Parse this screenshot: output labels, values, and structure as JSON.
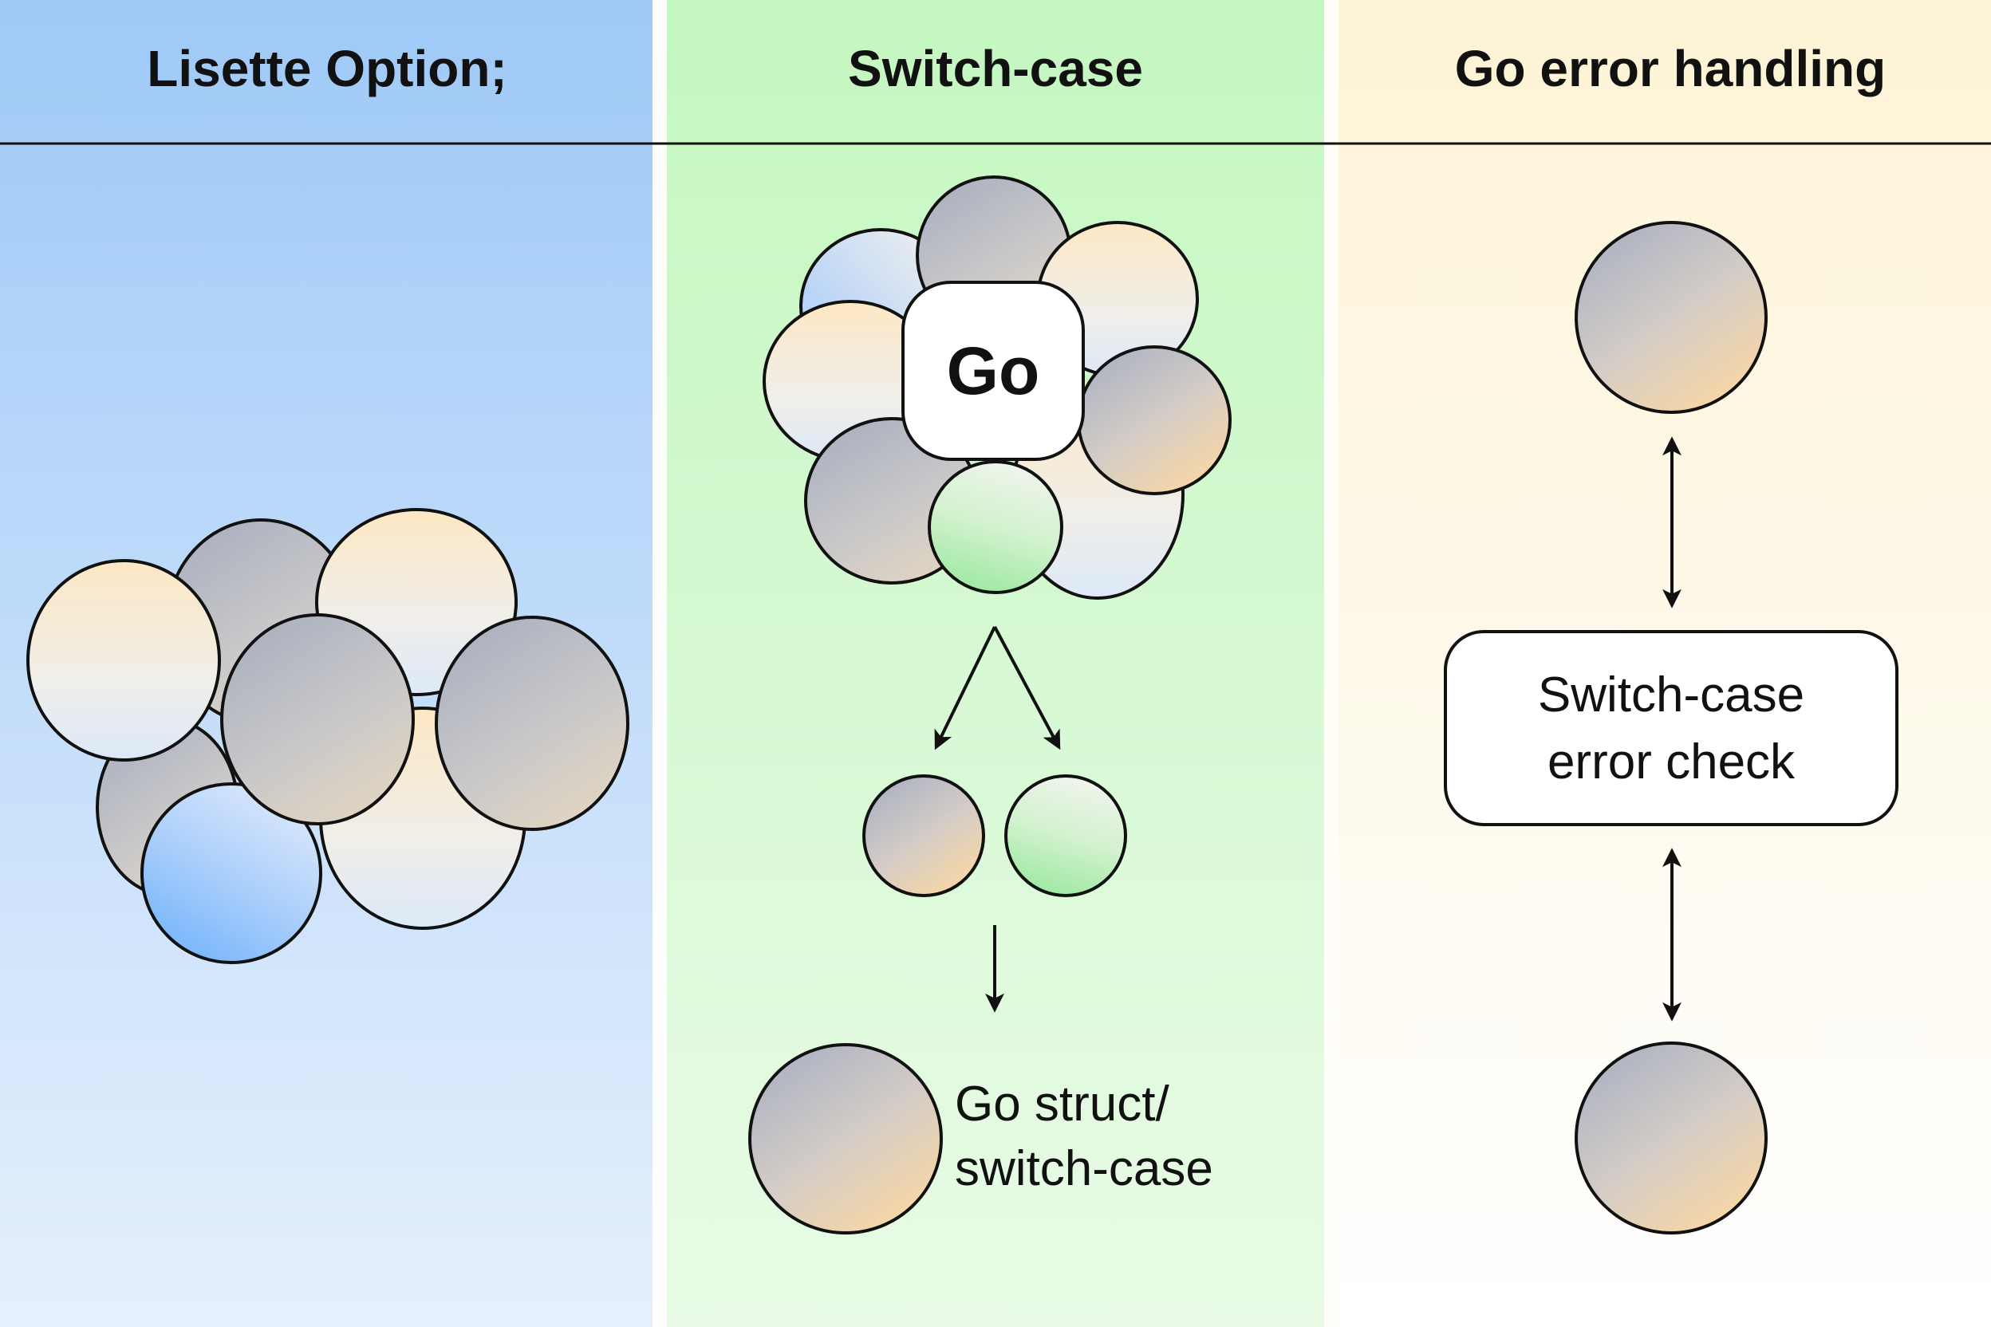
{
  "columns": [
    {
      "id": "lisette",
      "title": "Lisette Option;",
      "theme": {
        "top": "#9ec9f7",
        "bottom": "#e6f0fd"
      }
    },
    {
      "id": "switch",
      "title": "Switch-case",
      "theme": {
        "top": "#c4f7c0",
        "bottom": "#e9fbe6"
      },
      "center_label": "Go",
      "result_label_line1": "Go struct/",
      "result_label_line2": "switch-case"
    },
    {
      "id": "goerr",
      "title": "Go error handling",
      "theme": {
        "top": "#fdf3d6",
        "bottom": "#ffffff"
      },
      "box_label_line1": "Switch-case",
      "box_label_line2": "error check"
    }
  ],
  "palette": {
    "gray": "#aab0bf",
    "cream": "#fde8c4",
    "light": "#eef2f8",
    "blue": "#7ab6fb",
    "green": "#a6ecaa",
    "peach": "#fdd9a0",
    "ink": "#111111"
  }
}
